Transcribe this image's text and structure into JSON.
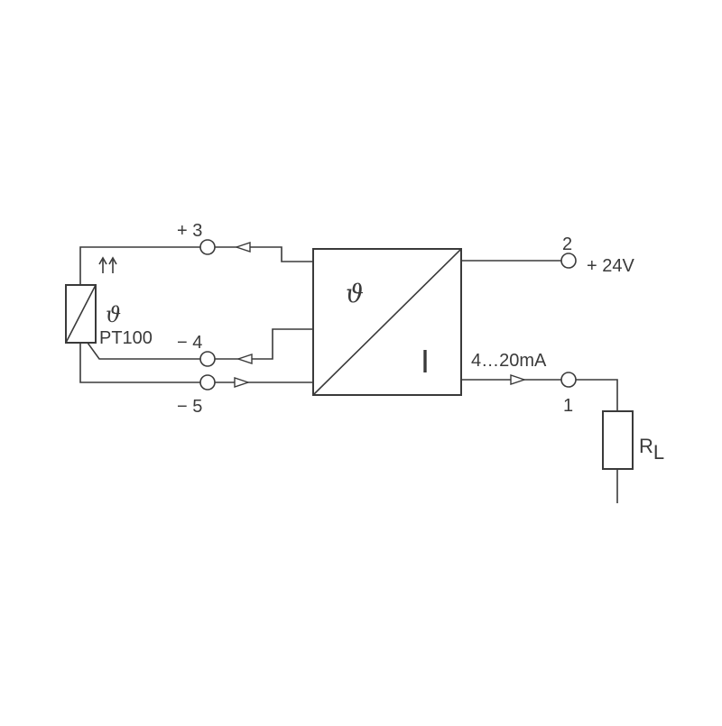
{
  "terminals": {
    "t3": "+ 3",
    "t4": "− 4",
    "t5": "− 5",
    "t2": "2",
    "t1": "1"
  },
  "supply_label": "+ 24V",
  "output_label": "4…20mA",
  "sensor": {
    "symbol": "ϑ",
    "name": "PT100"
  },
  "converter": {
    "input_symbol": "ϑ",
    "output_symbol": "I"
  },
  "load": {
    "label_main": "R",
    "label_sub": "L"
  }
}
